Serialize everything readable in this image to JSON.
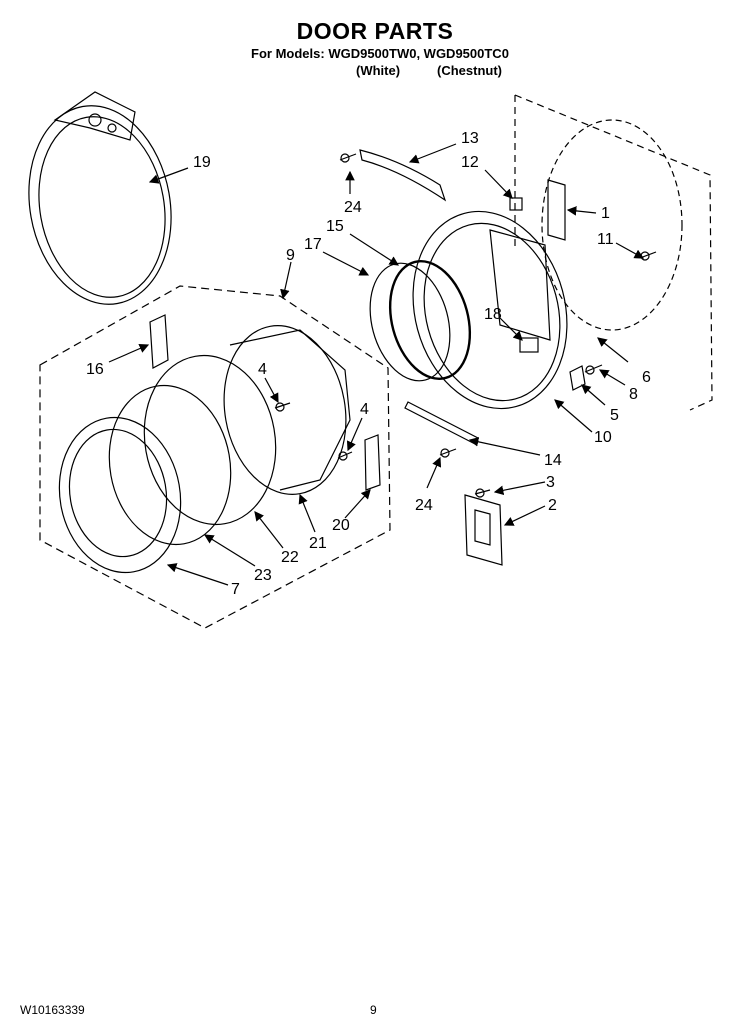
{
  "header": {
    "title": "DOOR PARTS",
    "models_line": "For Models: WGD9500TW0, WGD9500TC0",
    "variant_white": "(White)",
    "variant_chestnut": "(Chestnut)"
  },
  "callouts": {
    "p1": "1",
    "p2": "2",
    "p3": "3",
    "p4a": "4",
    "p4b": "4",
    "p5": "5",
    "p6": "6",
    "p7": "7",
    "p8": "8",
    "p9": "9",
    "p10": "10",
    "p11": "11",
    "p12": "12",
    "p13": "13",
    "p14": "14",
    "p15": "15",
    "p16": "16",
    "p17": "17",
    "p18": "18",
    "p19": "19",
    "p20": "20",
    "p21": "21",
    "p22": "22",
    "p23": "23",
    "p24a": "24",
    "p24b": "24"
  },
  "footer": {
    "doc_number": "W10163339",
    "page_number": "9"
  }
}
